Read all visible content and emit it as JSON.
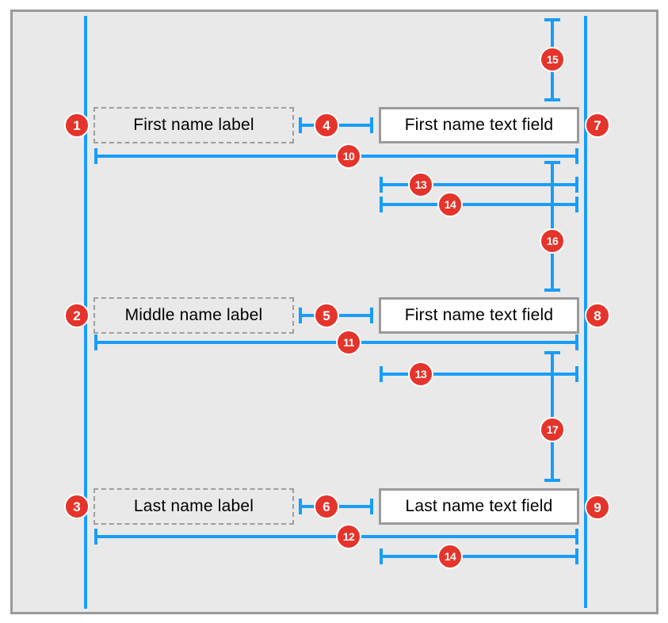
{
  "colors": {
    "constraint_blue": "#189df8",
    "badge_red": "#e5342b",
    "border_gray": "#9a9a9a",
    "canvas_background": "#e9e9e9"
  },
  "rows": [
    {
      "label": "First name label",
      "field": "First name text field",
      "badges": {
        "left": "1",
        "gap": "4",
        "right": "7"
      }
    },
    {
      "label": "Middle name label",
      "field": "First name text field",
      "badges": {
        "left": "2",
        "gap": "5",
        "right": "8"
      }
    },
    {
      "label": "Last name label",
      "field": "Last name text field",
      "badges": {
        "left": "3",
        "gap": "6",
        "right": "9"
      }
    }
  ],
  "measurements": {
    "row_width": [
      "10",
      "11",
      "12"
    ],
    "field_width_top": "13",
    "field_width_bottom": "14",
    "vertical_spacing": [
      "15",
      "16",
      "17"
    ]
  }
}
